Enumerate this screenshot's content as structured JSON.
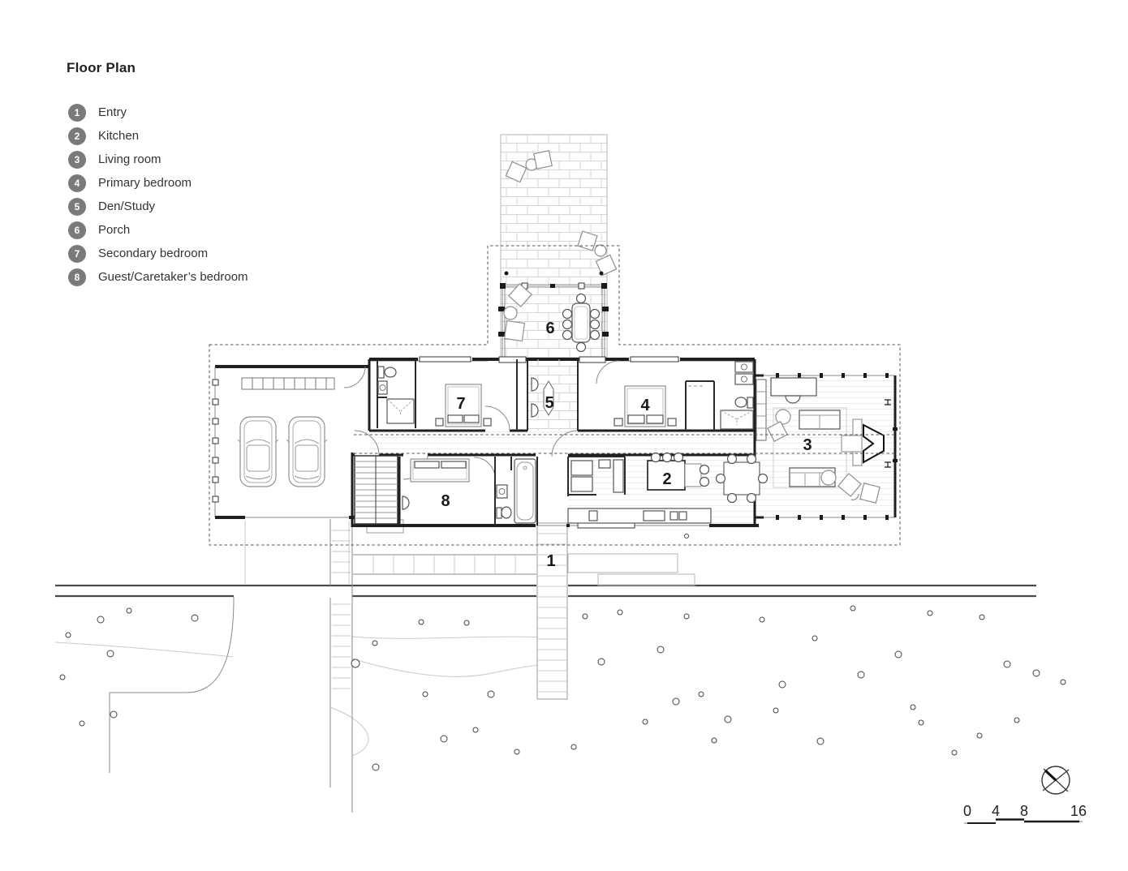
{
  "title": "Floor Plan",
  "legend": [
    {
      "num": "1",
      "label": "Entry"
    },
    {
      "num": "2",
      "label": "Kitchen"
    },
    {
      "num": "3",
      "label": "Living room"
    },
    {
      "num": "4",
      "label": "Primary bedroom"
    },
    {
      "num": "5",
      "label": "Den/Study"
    },
    {
      "num": "6",
      "label": "Porch"
    },
    {
      "num": "7",
      "label": "Secondary bedroom"
    },
    {
      "num": "8",
      "label": "Guest/Caretaker’s bedroom"
    }
  ],
  "plan": {
    "rooms": {
      "entry": {
        "num": "1",
        "name": "Entry"
      },
      "kitchen": {
        "num": "2",
        "name": "Kitchen"
      },
      "living_room": {
        "num": "3",
        "name": "Living room"
      },
      "primary_bedroom": {
        "num": "4",
        "name": "Primary bedroom"
      },
      "den_study": {
        "num": "5",
        "name": "Den/Study"
      },
      "porch": {
        "num": "6",
        "name": "Porch"
      },
      "secondary_bedroom": {
        "num": "7",
        "name": "Secondary bedroom"
      },
      "guest_bedroom": {
        "num": "8",
        "name": "Guest/Caretaker’s bedroom"
      }
    }
  },
  "scale_bar": {
    "ticks": [
      "0",
      "4",
      "8",
      "16"
    ]
  },
  "icons": {
    "north_arrow": "north-arrow-compass-icon"
  },
  "colors": {
    "wall": "#1f1f1f",
    "legend_circle": "#7a7a7a",
    "text": "#2b2b2b",
    "light_line": "#c9c9c9",
    "medium_line": "#8a8a8a",
    "dash_line": "#555555"
  }
}
